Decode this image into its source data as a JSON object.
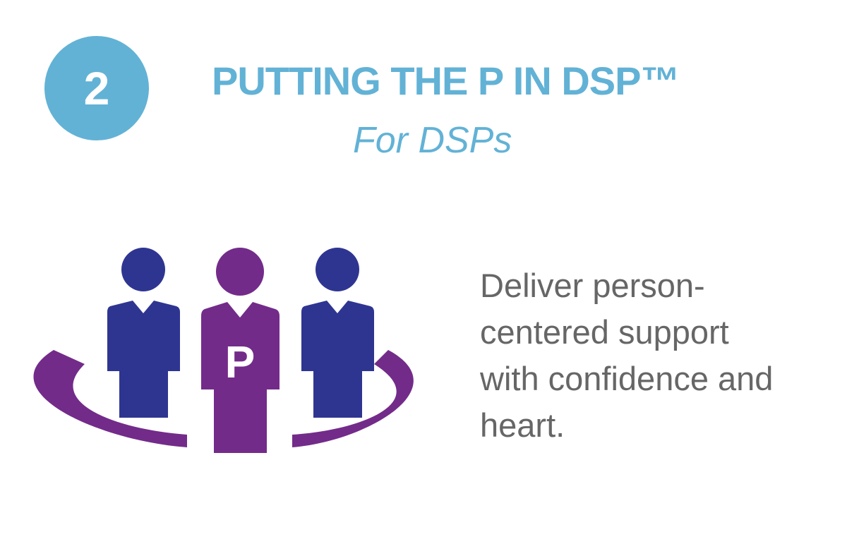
{
  "step": {
    "number": "2"
  },
  "header": {
    "title": "PUTTING THE P IN DSP™",
    "subtitle": "For DSPs"
  },
  "illustration": {
    "center_letter": "P",
    "icons": [
      "person-icon",
      "person-icon",
      "person-icon",
      "ring-icon"
    ]
  },
  "description": {
    "text": "Deliver person-centered support with confidence and heart."
  },
  "colors": {
    "accent_blue": "#62b2d6",
    "figure_navy": "#2e3591",
    "figure_purple": "#732b8a",
    "text_gray": "#666666",
    "background": "#ffffff"
  }
}
